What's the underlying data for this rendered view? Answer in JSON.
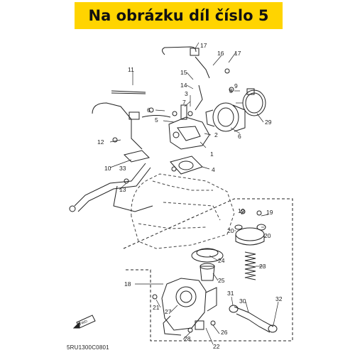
{
  "banner": {
    "title": "Na obrázku díl číslo 5",
    "color": "#ffd400"
  },
  "diagram_code": "5RU1300C0801",
  "fwd_label": "FWD",
  "callouts": [
    {
      "id": "c1",
      "label": "1"
    },
    {
      "id": "c2",
      "label": "2"
    },
    {
      "id": "c3",
      "label": "3"
    },
    {
      "id": "c4",
      "label": "4"
    },
    {
      "id": "c5",
      "label": "5"
    },
    {
      "id": "c6a",
      "label": "6"
    },
    {
      "id": "c6b",
      "label": "6"
    },
    {
      "id": "c7",
      "label": "7"
    },
    {
      "id": "c8",
      "label": "8"
    },
    {
      "id": "c9",
      "label": "9"
    },
    {
      "id": "c10",
      "label": "10"
    },
    {
      "id": "c11",
      "label": "11"
    },
    {
      "id": "c12",
      "label": "12"
    },
    {
      "id": "c13",
      "label": "13"
    },
    {
      "id": "c14",
      "label": "14"
    },
    {
      "id": "c15",
      "label": "15"
    },
    {
      "id": "c16",
      "label": "16"
    },
    {
      "id": "c17a",
      "label": "17"
    },
    {
      "id": "c17b",
      "label": "17"
    },
    {
      "id": "c18",
      "label": "18"
    },
    {
      "id": "c19a",
      "label": "19"
    },
    {
      "id": "c19b",
      "label": "19"
    },
    {
      "id": "c20a",
      "label": "20"
    },
    {
      "id": "c20b",
      "label": "20"
    },
    {
      "id": "c21",
      "label": "21"
    },
    {
      "id": "c22",
      "label": "22"
    },
    {
      "id": "c23",
      "label": "23"
    },
    {
      "id": "c24",
      "label": "24"
    },
    {
      "id": "c25",
      "label": "25"
    },
    {
      "id": "c26",
      "label": "26"
    },
    {
      "id": "c27",
      "label": "27"
    },
    {
      "id": "c28",
      "label": "28"
    },
    {
      "id": "c29",
      "label": "29"
    },
    {
      "id": "c30",
      "label": "30"
    },
    {
      "id": "c31",
      "label": "31"
    },
    {
      "id": "c32",
      "label": "32"
    },
    {
      "id": "c33",
      "label": "33"
    }
  ]
}
